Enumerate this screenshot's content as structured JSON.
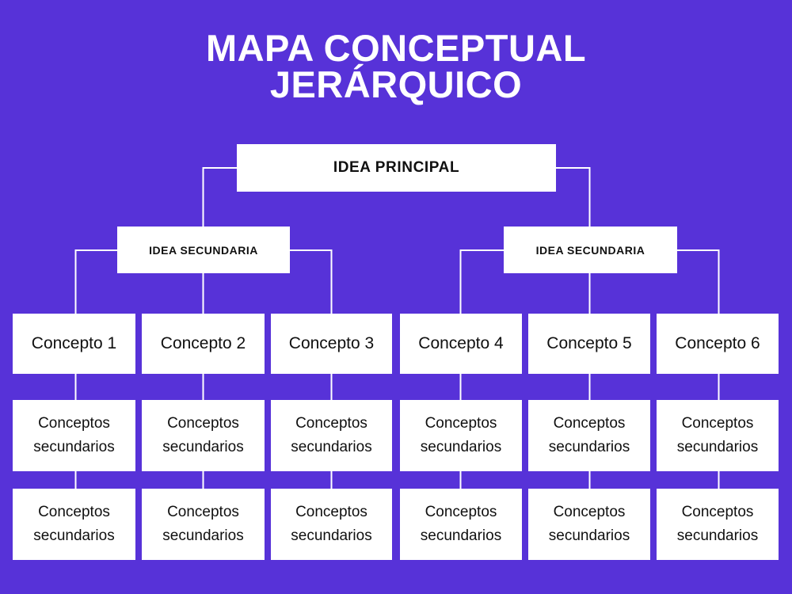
{
  "meta": {
    "background_color": "#5732D8",
    "box_color": "#FFFFFF",
    "text_color": "#101010",
    "line_color": "#FFFFFF"
  },
  "title": {
    "line1": "MAPA CONCEPTUAL",
    "line2": "JERÁRQUICO"
  },
  "diagram": {
    "root": {
      "label": "IDEA PRINCIPAL"
    },
    "secondary": [
      {
        "label": "IDEA SECUNDARIA"
      },
      {
        "label": "IDEA SECUNDARIA"
      }
    ],
    "concepts": [
      {
        "label": "Concepto 1"
      },
      {
        "label": "Concepto 2"
      },
      {
        "label": "Concepto 3"
      },
      {
        "label": "Concepto 4"
      },
      {
        "label": "Concepto 5"
      },
      {
        "label": "Concepto 6"
      }
    ],
    "sub_row_1": [
      {
        "line1": "Conceptos",
        "line2": "secundarios"
      },
      {
        "line1": "Conceptos",
        "line2": "secundarios"
      },
      {
        "line1": "Conceptos",
        "line2": "secundarios"
      },
      {
        "line1": "Conceptos",
        "line2": "secundarios"
      },
      {
        "line1": "Conceptos",
        "line2": "secundarios"
      },
      {
        "line1": "Conceptos",
        "line2": "secundarios"
      }
    ],
    "sub_row_2": [
      {
        "line1": "Conceptos",
        "line2": "secundarios"
      },
      {
        "line1": "Conceptos",
        "line2": "secundarios"
      },
      {
        "line1": "Conceptos",
        "line2": "secundarios"
      },
      {
        "line1": "Conceptos",
        "line2": "secundarios"
      },
      {
        "line1": "Conceptos",
        "line2": "secundarios"
      },
      {
        "line1": "Conceptos",
        "line2": "secundarios"
      }
    ]
  }
}
